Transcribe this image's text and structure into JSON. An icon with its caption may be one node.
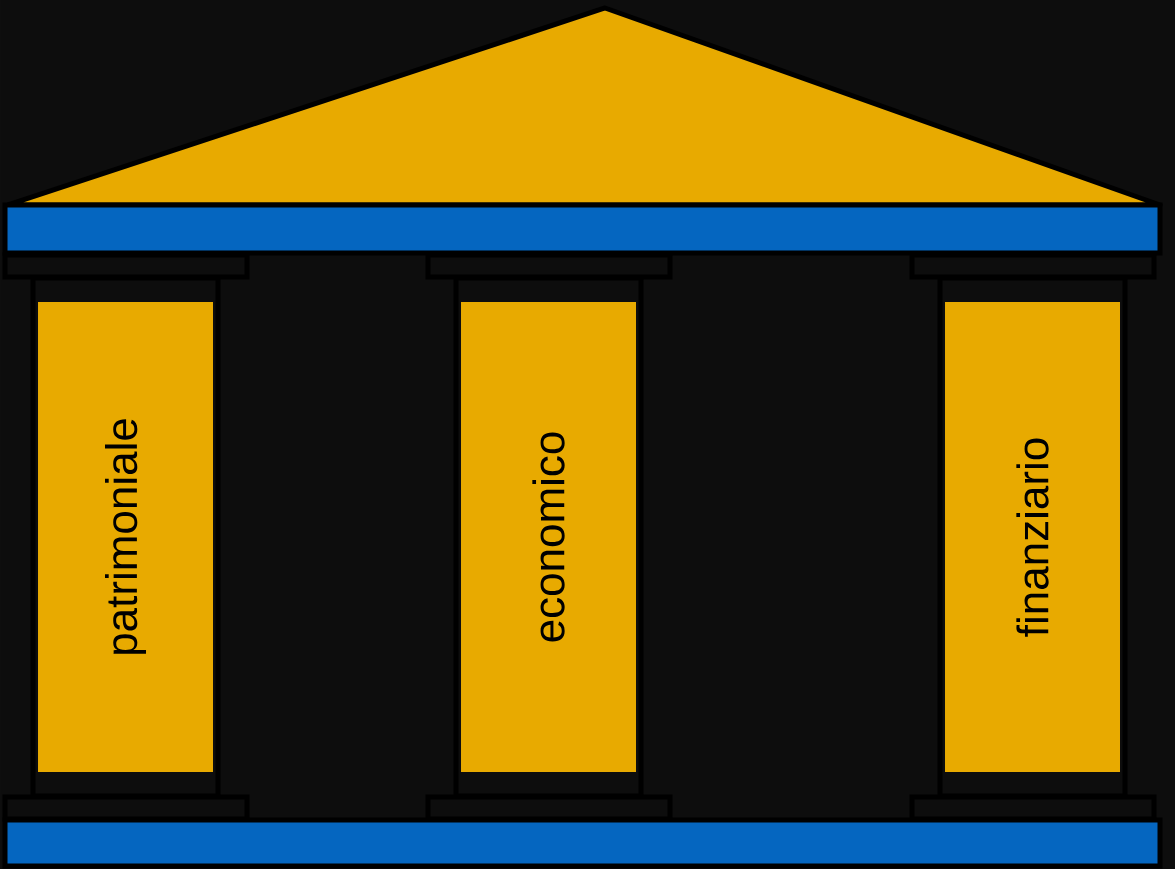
{
  "diagram": {
    "nodes": [
      {
        "text": [
          "patrimoniale"
        ]
      },
      {
        "text": [
          "economico"
        ]
      },
      {
        "text": [
          "finanziario"
        ]
      }
    ]
  }
}
